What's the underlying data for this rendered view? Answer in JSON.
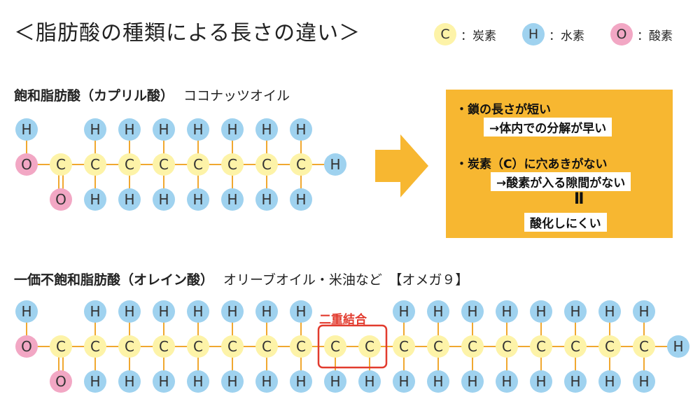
{
  "title": "＜脂肪酸の種類による長さの違い＞",
  "legend": [
    {
      "symbol": "C",
      "label": "：炭素",
      "color": "#fdf3a8"
    },
    {
      "symbol": "H",
      "label": "：水素",
      "color": "#9fd2ef"
    },
    {
      "symbol": "O",
      "label": "：酸素",
      "color": "#f2a7c4"
    }
  ],
  "saturated": {
    "name": "飽和脂肪酸（カプリル酸）",
    "note": "ココナッツオイル",
    "carbons": 8,
    "double_bonds": []
  },
  "unsaturated": {
    "name": "一価不飽和脂肪酸（オレイン酸）",
    "note": "オリーブオイル・米油など　【オメガ９】",
    "carbons": 18,
    "double_bonds": [
      9,
      10
    ],
    "double_bond_label": "二重結合"
  },
  "infobox": {
    "point1": "・鎖の長さが短い",
    "point1_sub": "→体内での分解が早い",
    "point2": "・炭素（C）に穴あきがない",
    "point2_sub": "→酸素が入る隙間がない",
    "equals": "Ⅱ",
    "conclusion": "酸化しにくい"
  },
  "colors": {
    "carbon": "#fdf3a8",
    "hydrogen": "#9fd2ef",
    "oxygen": "#f2a7c4",
    "bond": "#f0a830",
    "arrow": "#f7b731",
    "highlight": "#e23b2e"
  }
}
